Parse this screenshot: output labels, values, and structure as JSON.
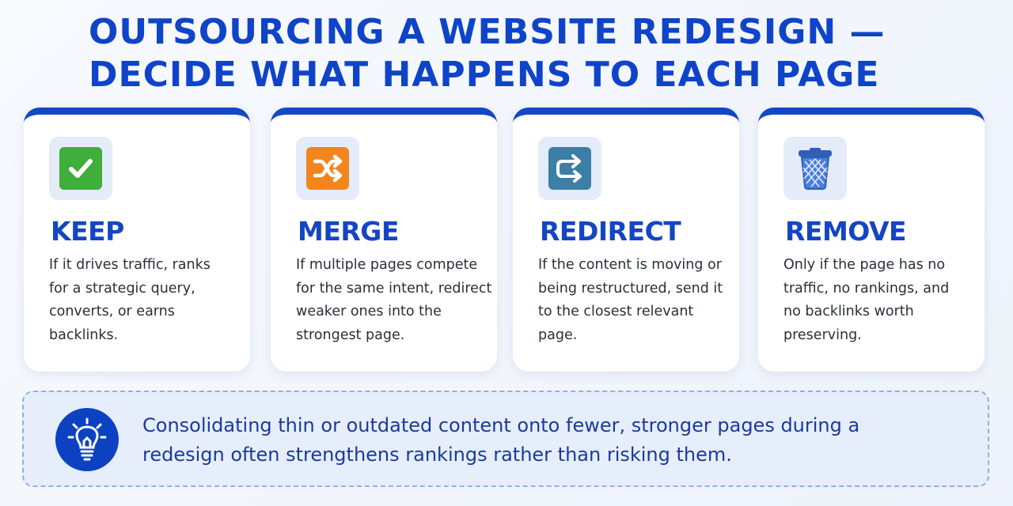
{
  "title": {
    "line1": "OUTSOURCING A WEBSITE REDESIGN —",
    "line2": "DECIDE WHAT HAPPENS TO EACH PAGE"
  },
  "cards": [
    {
      "icon": "checkmark-icon",
      "icon_color": "#3fae3a",
      "heading": "KEEP",
      "body_lines": [
        "If it drives traffic, ranks",
        "for a strategic query,",
        "converts, or earns",
        "backlinks."
      ]
    },
    {
      "icon": "shuffle-icon",
      "icon_color": "#f2851c",
      "heading": "MERGE",
      "body_lines": [
        "If multiple pages compete",
        "for the same intent, redirect",
        "weaker ones into the",
        "strongest page."
      ]
    },
    {
      "icon": "redirect-arrow-icon",
      "icon_color": "#3b7fa6",
      "heading": "REDIRECT",
      "body_lines": [
        "If the content is moving or",
        "being restructured, send it",
        "to the closest relevant",
        "page."
      ]
    },
    {
      "icon": "trash-bin-icon",
      "icon_color": "#3d6fd1",
      "heading": "REMOVE",
      "body_lines": [
        "Only if the page has no",
        "traffic, no rankings, and",
        "no backlinks worth",
        "preserving."
      ]
    }
  ],
  "tip": {
    "icon": "lightbulb-icon",
    "lines": [
      "Consolidating thin or outdated content onto fewer, stronger pages during a",
      "redesign often strengthens rankings rather than risking them."
    ]
  },
  "colors": {
    "accent": "#1447c8",
    "title": "#0f44c9",
    "tip_background": "#e6eefb"
  }
}
